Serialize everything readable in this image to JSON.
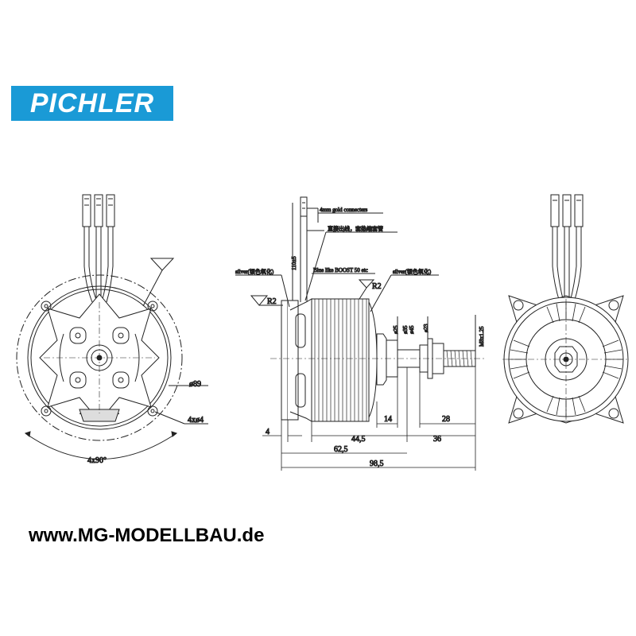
{
  "brand": {
    "logo_text": "PICHLER",
    "logo_color": "#1a9ad6"
  },
  "footer": {
    "url": "www.MG-MODELLBAU.de"
  },
  "front_view": {
    "diameter": "ø89",
    "holes": "4xø4",
    "angle": "4x90°"
  },
  "side_view": {
    "connector_note": "4mm gold connecters",
    "cable_note": "直接出线，套热缩套管",
    "cable_len": "110±5",
    "silver_left": "silver(银色氧化)",
    "silver_right": "silver(银色氧化)",
    "blue_note": "Blue like BOOST 50 etc",
    "roughness_left": "R2",
    "roughness_right": "R2",
    "dia_25": "ø25",
    "dia_35": "ø35",
    "dia_45": "ø45",
    "dia_23": "ø23",
    "thread": "M8x1.25",
    "dim_4": "4",
    "dim_445": "44,5",
    "dim_14": "14",
    "dim_28": "28",
    "dim_36": "36",
    "dim_625": "62,5",
    "dim_985": "98,5"
  }
}
